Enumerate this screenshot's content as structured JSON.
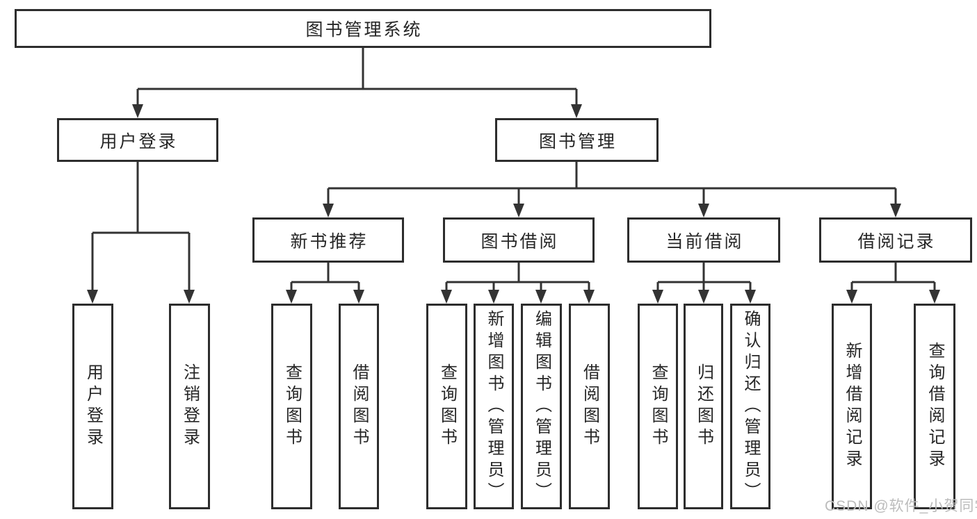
{
  "tree": {
    "root": "图书管理系统",
    "branches": [
      {
        "label": "用户登录",
        "children": [
          {
            "label": "用户登录"
          },
          {
            "label": "注销登录"
          }
        ]
      },
      {
        "label": "图书管理",
        "children": [
          {
            "label": "新书推荐",
            "children": [
              {
                "label": "查询图书"
              },
              {
                "label": "借阅图书"
              }
            ]
          },
          {
            "label": "图书借阅",
            "children": [
              {
                "label": "查询图书"
              },
              {
                "label": "新增图书（管理员）"
              },
              {
                "label": "编辑图书（管理员）"
              },
              {
                "label": "借阅图书"
              }
            ]
          },
          {
            "label": "当前借阅",
            "children": [
              {
                "label": "查询图书"
              },
              {
                "label": "归还图书"
              },
              {
                "label": "确认归还（管理员）"
              }
            ]
          },
          {
            "label": "借阅记录",
            "children": [
              {
                "label": "新增借阅记录"
              },
              {
                "label": "查询借阅记录"
              }
            ]
          }
        ]
      }
    ]
  },
  "watermark": "CSDN @软件_小贺同学",
  "colors": {
    "line": "#333333",
    "box_border": "#2d2d2d",
    "text": "#262626",
    "watermark": "#bcbcbc",
    "background": "#ffffff"
  }
}
